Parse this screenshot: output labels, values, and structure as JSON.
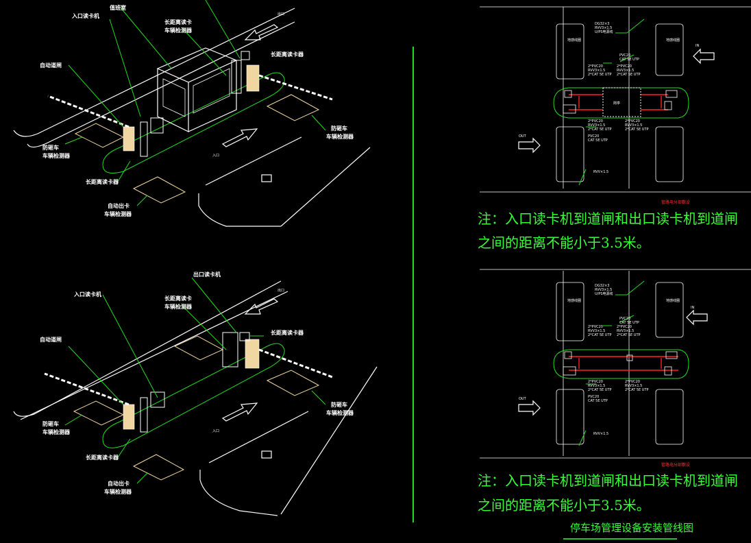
{
  "colors": {
    "background": "#000000",
    "lines": "#ffffff",
    "leaders": "#22dd22",
    "notes": "#39ff39",
    "conduit": "#ff2020",
    "detector_pad": "#f0d6a0"
  },
  "top_iso": {
    "booth": "值班室",
    "entry_reader": "入口读卡机",
    "auto_gate": "自动道闸",
    "long_range_1": "长距离读卡",
    "long_range_1b": "车辆检测器",
    "long_range_2": "长距离读卡器",
    "anti_smash_left": "防砸车",
    "anti_smash_left_b": "车辆检测器",
    "long_reader_bottom": "长距离读卡器",
    "auto_out": "自动出卡",
    "auto_out_b": "车辆检测器",
    "anti_smash_right": "防砸车",
    "anti_smash_right_b": "车辆检测器",
    "exit_label": "出口",
    "entry_label": "入口"
  },
  "bottom_iso": {
    "exit_reader": "出口读卡机",
    "entry_reader": "入口读卡机",
    "auto_gate": "自动道闸",
    "long_range_1": "长距离读卡",
    "long_range_1b": "车辆检测器",
    "long_range_2": "长距离读卡器",
    "anti_smash_left": "防砸车",
    "anti_smash_left_b": "车辆检测器",
    "long_reader_bottom": "长距离读卡器",
    "auto_out": "自动出卡",
    "auto_out_b": "车辆检测器",
    "anti_smash_right": "防砸车",
    "anti_smash_right_b": "车辆检测器",
    "exit_label": "出口",
    "entry_label": "入口"
  },
  "plan_top": {
    "spec1": "DG32×3",
    "spec2": "RVV3×1.5",
    "spec3": "U/PS电源线",
    "spec4": "PVC20",
    "spec5": "CAT 5E UTP",
    "spec6": "2*PVC20",
    "spec7": "RVV3×1.5",
    "spec8": "2*CAT 5E UTP",
    "spec9": "RVV×1.5",
    "in_label": "IN",
    "out_label": "OUT",
    "footer": "管路电分部敷设",
    "lane_left": "地感线圈",
    "lane_right": "地感线圈",
    "booth": "岗亭"
  },
  "plan_bottom": {
    "spec1": "DG32×3",
    "spec2": "RVV3×1.5",
    "spec3": "U/PS电源线",
    "spec4": "PVC20",
    "spec5": "CAT 5E UTP",
    "spec6": "2*PVC20",
    "spec7": "RVV3×1.5",
    "spec8": "2*CAT 5E UTP",
    "spec9": "RVV×1.5",
    "in_label": "IN",
    "out_label": "OUT",
    "footer": "管路电分部敷设",
    "lane_left": "地感线圈",
    "lane_right": "地感线圈"
  },
  "notes": {
    "top_line1": "注：入口读卡机到道闸和出口读卡机到道闸",
    "top_line2": "之间的距离不能小于3.5米。",
    "bottom_line1": "注：入口读卡机到道闸和出口读卡机到道闸",
    "bottom_line2": "之间的距离不能小于3.5米。",
    "drawing_title": "停车场管理设备安装管线图"
  }
}
